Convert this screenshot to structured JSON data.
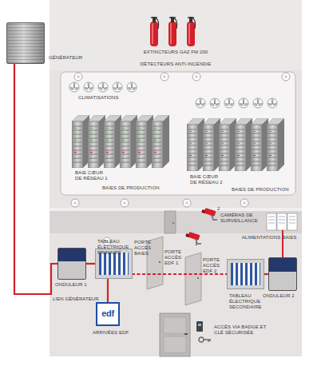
{
  "diagram": {
    "nodes": [
      {
        "text": [
          "GÉNÉRATEUR"
        ]
      },
      {
        "text": [
          "TABLEAU ÉLECTRIQUE PRIMAIRE"
        ]
      },
      {
        "text": [
          "ONDULEUR 1"
        ]
      },
      {
        "text": [
          "TABLEAU ÉLECTRIQUE SECONDAIRE"
        ]
      },
      {
        "text": [
          "ONDULEUR 2"
        ]
      },
      {
        "text": [
          "edf",
          "ARRIVÉES EDF"
        ]
      }
    ],
    "edges": [
      {
        "from": 0,
        "to": 2,
        "label": "LIEN GÉNÉRATEUR",
        "arrow": "none"
      },
      {
        "from": 5,
        "to": 1,
        "arrow": "none"
      },
      {
        "from": 2,
        "to": 1,
        "arrow": "none"
      },
      {
        "from": 1,
        "to": 3,
        "arrow": "none"
      },
      {
        "from": 3,
        "to": 4,
        "arrow": "none"
      }
    ],
    "labels": [
      "EXTINCTEURS GAZ FM 200",
      "DÉTECTEURS ANTI-INCENDIE",
      "CLIMATISATIONS",
      "BAIE CŒUR DE RÉSEAU 1",
      "BAIES DE PRODUCTION",
      "BAIE CŒUR DE RÉSEAU 2",
      "BAIES DE PRODUCTION",
      "CAMÉRAS DE SURVEILLANCE",
      "1",
      "2",
      "ALIMENTATIONS BAIES",
      "PORTE ACCÈS BAIES",
      "PORTE ACCÈS EDF 1",
      "PORTE ACCÈS EDF 2",
      "ACCÈS VIA BADGE ET CLÉ SÉCURISÉE"
    ]
  }
}
